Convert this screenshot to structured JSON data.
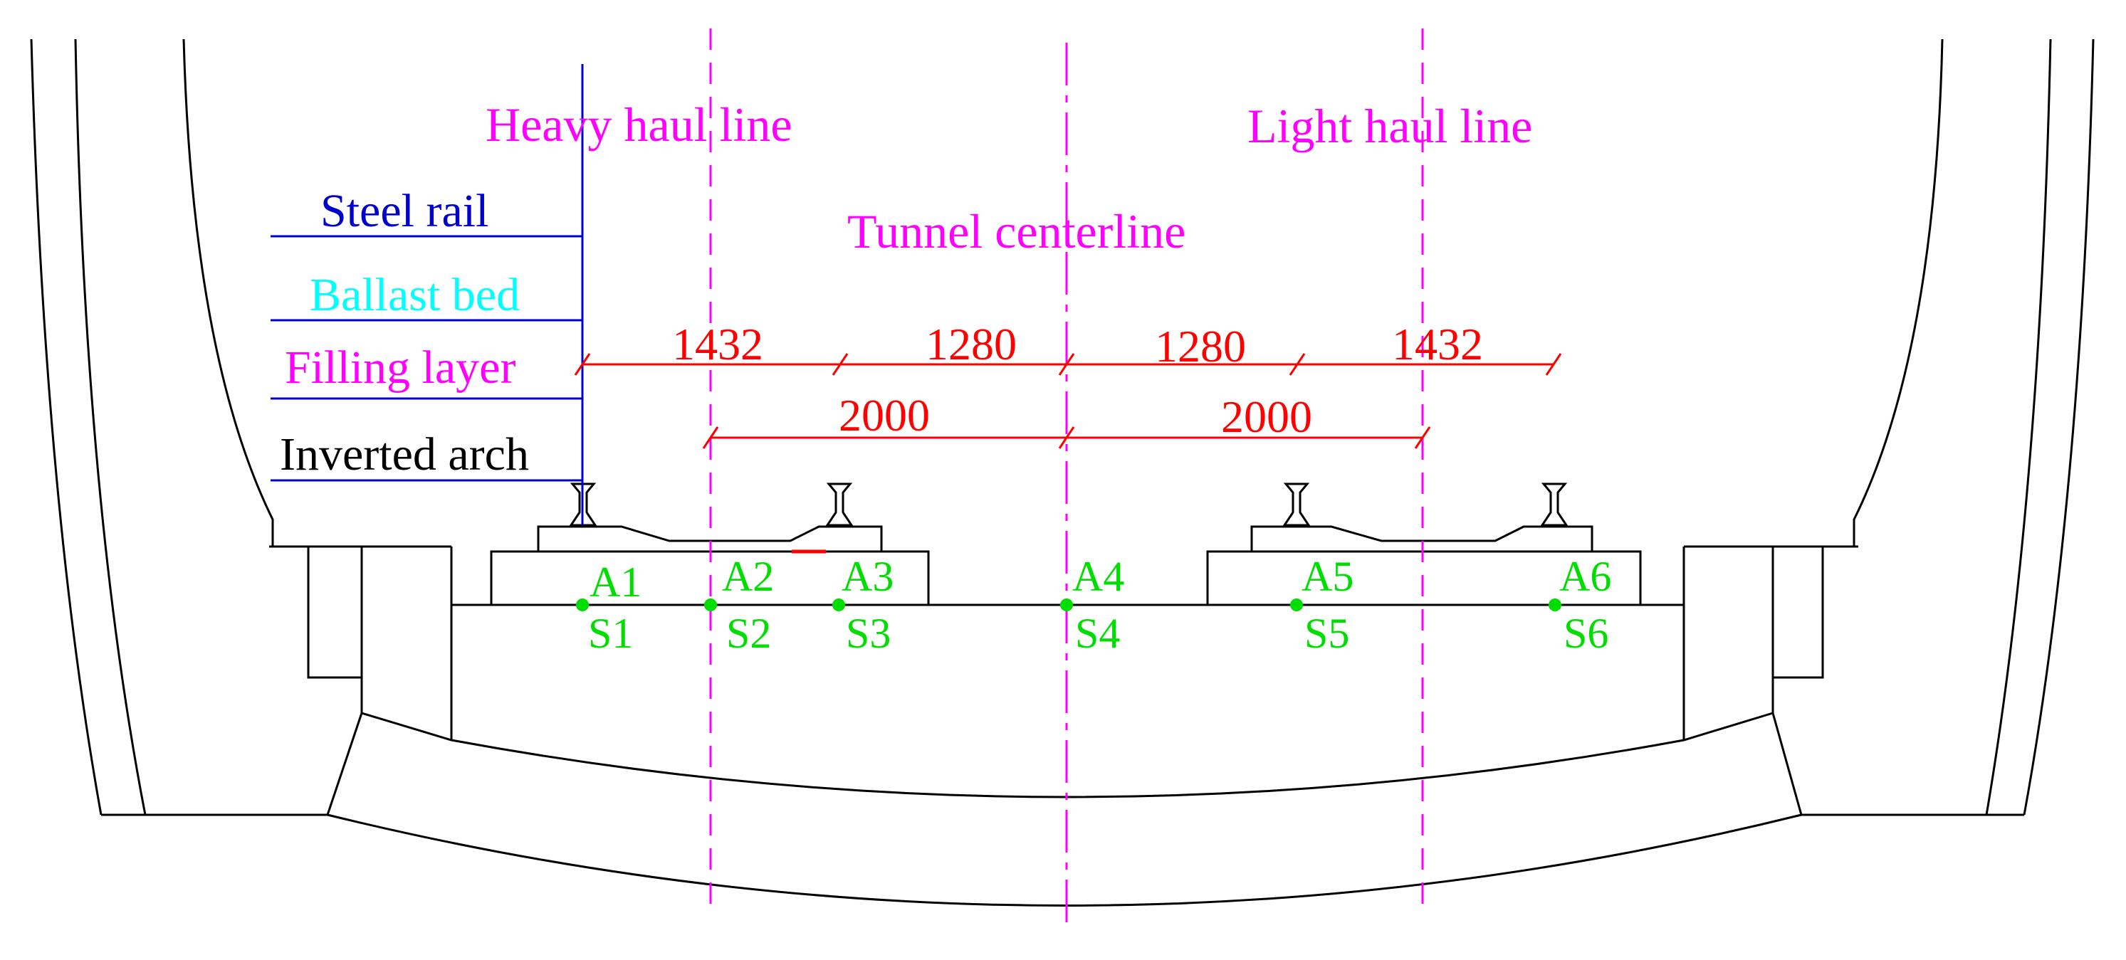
{
  "colors": {
    "outline": "#000000",
    "magenta": "#ff00ff",
    "red": "#ff0000",
    "blue": "#0000cc",
    "cyan": "#00ffff",
    "green": "#00dd00",
    "background": "#ffffff"
  },
  "titles": {
    "heavy": "Heavy haul line",
    "light": "Light haul line",
    "center": "Tunnel centerline"
  },
  "layers": {
    "rail": "Steel rail",
    "ballast": "Ballast bed",
    "filling": "Filling layer",
    "arch": "Inverted arch"
  },
  "dimensions": {
    "d1": "1432",
    "d2": "1280",
    "d3": "1280",
    "d4": "1432",
    "e1": "2000",
    "e2": "2000"
  },
  "points": [
    {
      "a": "A1",
      "s": "S1"
    },
    {
      "a": "A2",
      "s": "S2"
    },
    {
      "a": "A3",
      "s": "S3"
    },
    {
      "a": "A4",
      "s": "S4"
    },
    {
      "a": "A5",
      "s": "S5"
    },
    {
      "a": "A6",
      "s": "S6"
    }
  ]
}
